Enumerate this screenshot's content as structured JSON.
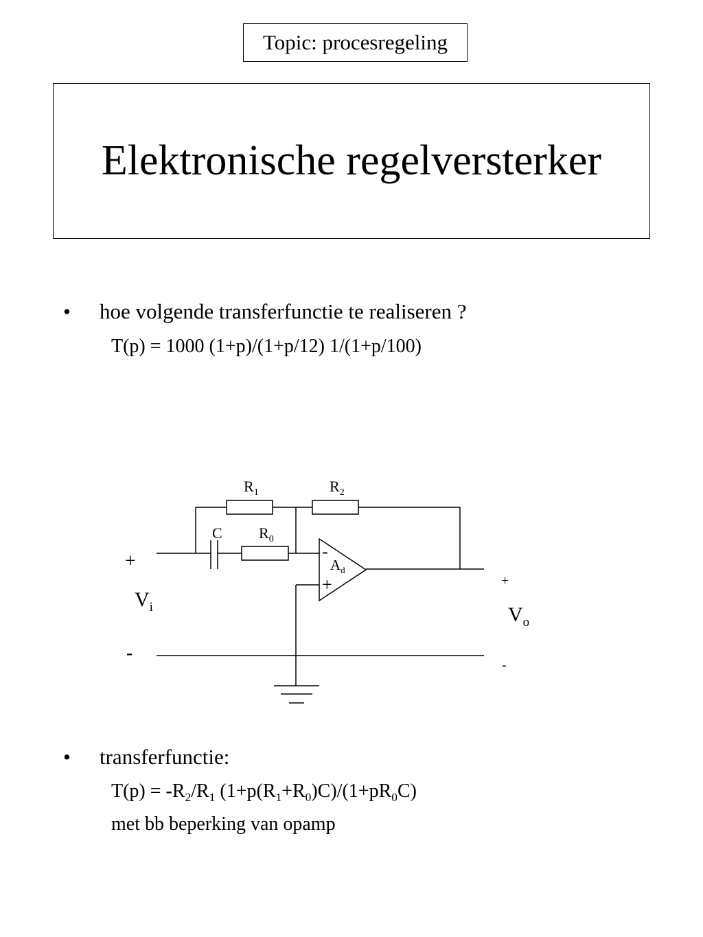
{
  "header": {
    "topic": "Topic: procesregeling",
    "title": "Elektronische regelversterker"
  },
  "section1": {
    "bullet": "•",
    "text": "hoe volgende transferfunctie te realiseren ?",
    "formula": "T(p) = 1000 (1+p)/(1+p/12) 1/(1+p/100)"
  },
  "circuit": {
    "r1": {
      "main": "R",
      "sub": "1"
    },
    "r2": {
      "main": "R",
      "sub": "2"
    },
    "c": "C",
    "r0": {
      "main": "R",
      "sub": "0"
    },
    "opamp": {
      "main": "A",
      "sub": "d",
      "minus": "-",
      "plus": "+"
    },
    "vi": {
      "plus": "+",
      "main": "V",
      "sub": "i",
      "minus": "-"
    },
    "vo": {
      "plus": "+",
      "main": "V",
      "sub": "o",
      "minus": "-"
    }
  },
  "section2": {
    "bullet": "•",
    "text": "transferfunctie:",
    "formula": {
      "p1": "T(p) = -R",
      "s1": "2",
      "p2": "/R",
      "s2": "1",
      "p3": " (1+p(R",
      "s3": "1",
      "p4": "+R",
      "s4": "0",
      "p5": ")C)/(1+pR",
      "s5": "0",
      "p6": "C)"
    },
    "note": "met bb beperking van opamp"
  }
}
